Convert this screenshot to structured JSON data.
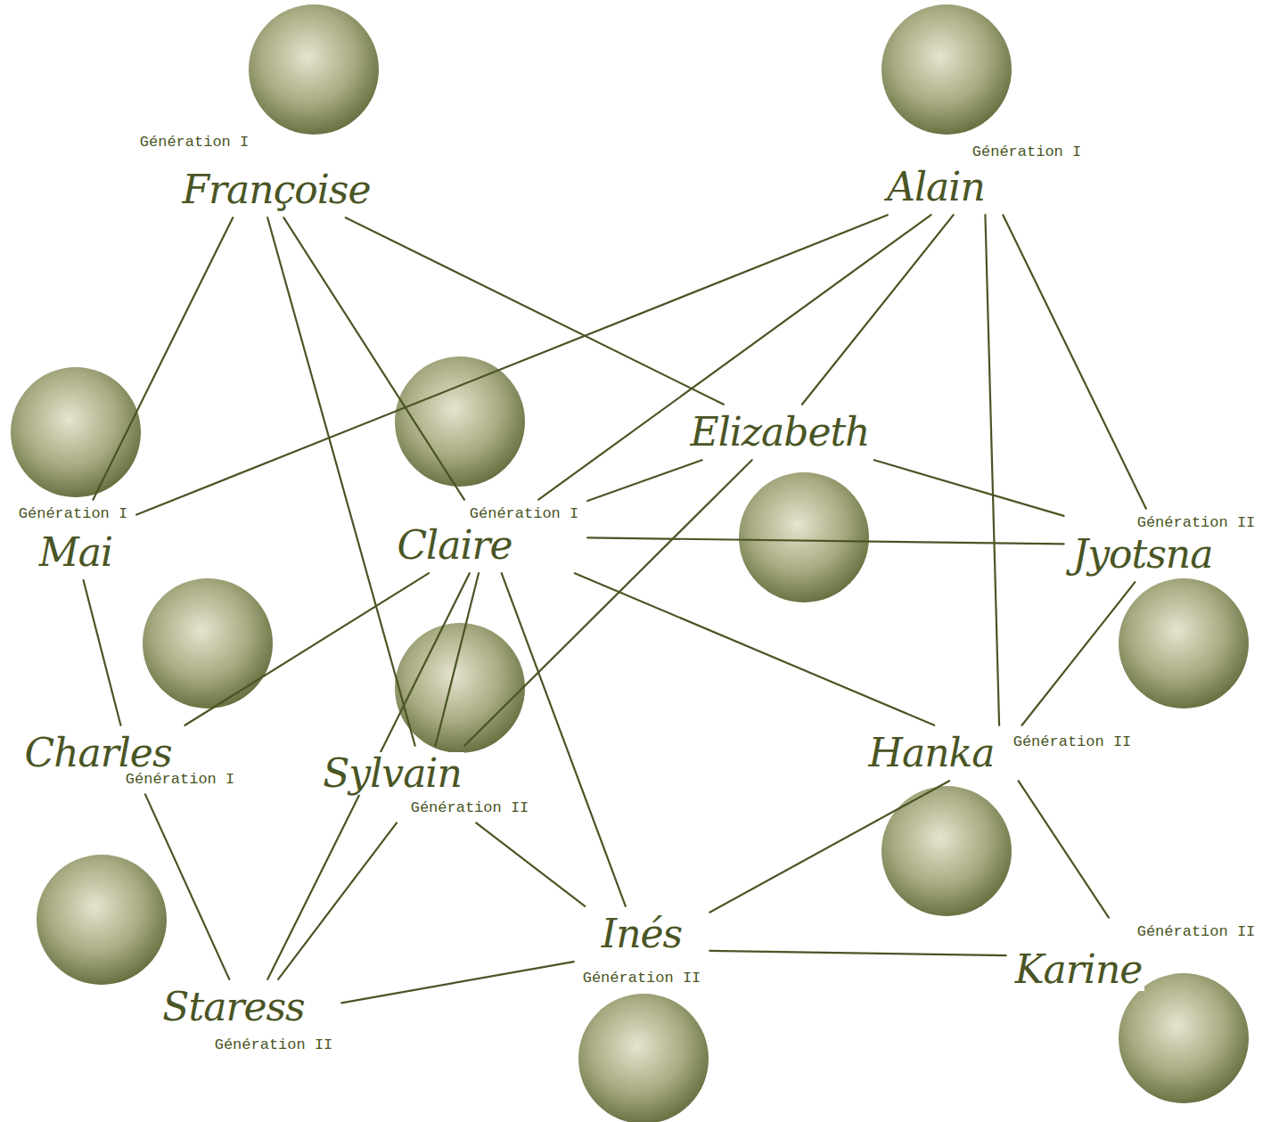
{
  "diagram": {
    "nodes": [
      {
        "text": [
          "Françoise",
          "Génération I"
        ]
      },
      {
        "text": [
          "Alain",
          "Génération I"
        ]
      },
      {
        "text": [
          "Mai",
          "Génération I"
        ]
      },
      {
        "text": [
          "Claire",
          "Génération I"
        ]
      },
      {
        "text": [
          "Elizabeth"
        ]
      },
      {
        "text": [
          "Jyotsna",
          "Génération II"
        ]
      },
      {
        "text": [
          "Charles",
          "Génération I"
        ]
      },
      {
        "text": [
          "Sylvain",
          "Génération II"
        ]
      },
      {
        "text": [
          "Hanka",
          "Génération II"
        ]
      },
      {
        "text": [
          "Inés",
          "Génération II"
        ]
      },
      {
        "text": [
          "Karine",
          "Génération II"
        ]
      },
      {
        "text": [
          "Staress",
          "Génération II"
        ]
      }
    ],
    "edges": [
      {
        "from": 0,
        "to": 2,
        "arrow": "none"
      },
      {
        "from": 0,
        "to": 7,
        "arrow": "none"
      },
      {
        "from": 0,
        "to": 3,
        "arrow": "none"
      },
      {
        "from": 0,
        "to": 4,
        "arrow": "none"
      },
      {
        "from": 1,
        "to": 2,
        "arrow": "none"
      },
      {
        "from": 1,
        "to": 3,
        "arrow": "none"
      },
      {
        "from": 1,
        "to": 4,
        "arrow": "none"
      },
      {
        "from": 1,
        "to": 8,
        "arrow": "none"
      },
      {
        "from": 1,
        "to": 5,
        "arrow": "none"
      },
      {
        "from": 2,
        "to": 6,
        "arrow": "none"
      },
      {
        "from": 6,
        "to": 11,
        "arrow": "none"
      },
      {
        "from": 3,
        "to": 6,
        "arrow": "none"
      },
      {
        "from": 3,
        "to": 11,
        "arrow": "none"
      },
      {
        "from": 3,
        "to": 4,
        "arrow": "none"
      },
      {
        "from": 3,
        "to": 5,
        "arrow": "none"
      },
      {
        "from": 3,
        "to": 7,
        "arrow": "none"
      },
      {
        "from": 3,
        "to": 9,
        "arrow": "none"
      },
      {
        "from": 3,
        "to": 8,
        "arrow": "none"
      },
      {
        "from": 7,
        "to": 4,
        "arrow": "none"
      },
      {
        "from": 4,
        "to": 5,
        "arrow": "none"
      },
      {
        "from": 5,
        "to": 8,
        "arrow": "none"
      },
      {
        "from": 8,
        "to": 9,
        "arrow": "none"
      },
      {
        "from": 8,
        "to": 10,
        "arrow": "none"
      },
      {
        "from": 7,
        "to": 9,
        "arrow": "none"
      },
      {
        "from": 7,
        "to": 11,
        "arrow": "none"
      },
      {
        "from": 9,
        "to": 11,
        "arrow": "none"
      },
      {
        "from": 9,
        "to": 10,
        "arrow": "none"
      }
    ]
  }
}
